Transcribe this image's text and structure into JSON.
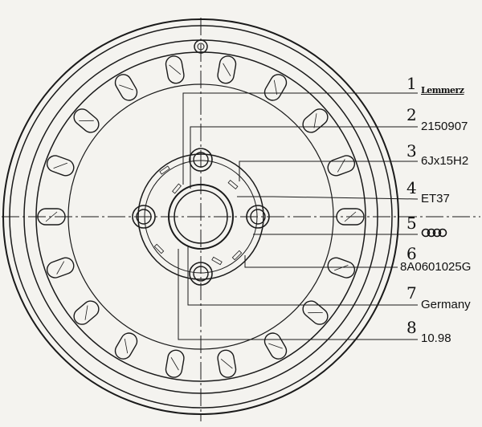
{
  "diagram": {
    "callouts": [
      {
        "number": "1",
        "value": "Lemmerz",
        "is_logo": true
      },
      {
        "number": "2",
        "value": "2150907"
      },
      {
        "number": "3",
        "value": "6Jx15H2"
      },
      {
        "number": "4",
        "value": "ET37"
      },
      {
        "number": "5",
        "value": "",
        "is_audi_rings": true
      },
      {
        "number": "6",
        "value": "8A0601025G"
      },
      {
        "number": "7",
        "value": "Germany"
      },
      {
        "number": "8",
        "value": "10.98"
      }
    ]
  },
  "colors": {
    "line": "#1a1a1a",
    "background": "#f4f3ef"
  }
}
